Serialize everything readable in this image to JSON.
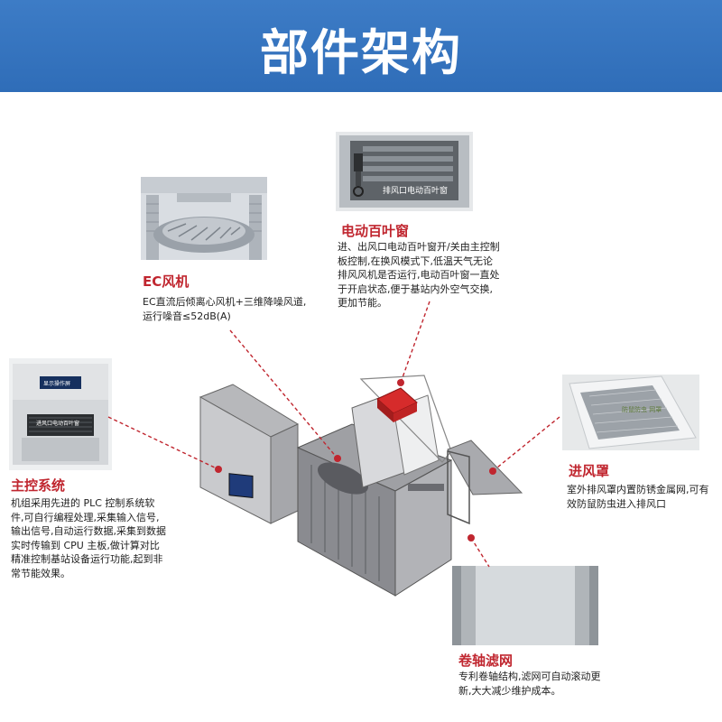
{
  "header": {
    "title": "部件架构"
  },
  "ec_fan": {
    "title": "EC风机",
    "description": "EC直流后倾离心风机+三维降噪风道,运行噪音≤52dB(A)"
  },
  "louver": {
    "title": "电动百叶窗",
    "description": "进、出风口电动百叶窗开/关由主控制板控制,在换风模式下,低温天气无论排风风机是否运行,电动百叶窗一直处于开启状态,便于基站内外空气交换,更加节能。",
    "photo_label": "排风口电动百叶窗"
  },
  "controller": {
    "title": "主控系统",
    "description": "机组采用先进的 PLC 控制系统软件,可自行编程处理,采集输入信号,输出信号,自动运行数据,采集到数据实时传输到 CPU 主板,做计算对比精准控制基站设备运行功能,起到非常节能效果。",
    "photo_label_top": "显示操作屏",
    "photo_label_mid": "进风口电动百叶窗"
  },
  "intake_hood": {
    "title": "进风罩",
    "description": "室外排风罩内置防锈金属网,可有效防鼠防虫进入排风口",
    "photo_label": "防鼠防虫 网罩"
  },
  "filter": {
    "title": "卷轴滤网",
    "description": "专利卷轴结构,滤网可自动滚动更新,大大减少维护成本。"
  },
  "colors": {
    "banner": "#2f6db8",
    "accent_red": "#c0262f",
    "leader": "#c0262f"
  }
}
